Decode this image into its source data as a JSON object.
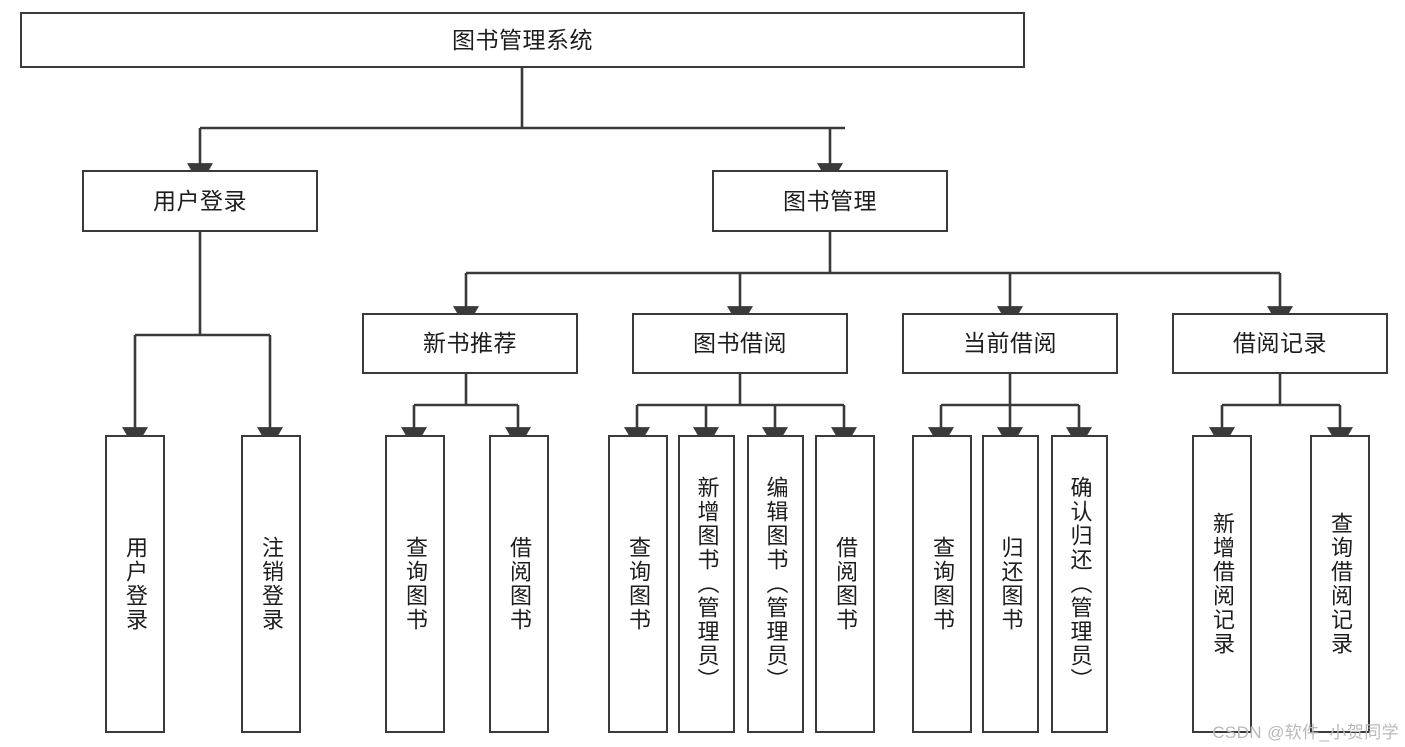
{
  "diagram": {
    "title": "图书管理系统",
    "type": "tree-hierarchy",
    "watermark": "CSDN @软件_小贺同学",
    "colors": {
      "box_border": "#3a3a3a",
      "box_fill": "#ffffff",
      "connector": "#3a3a3a",
      "text": "#1d1d1d",
      "watermark": "#b9b9b9"
    },
    "root": {
      "label": "图书管理系统"
    },
    "level1": [
      {
        "label": "用户登录"
      },
      {
        "label": "图书管理"
      }
    ],
    "level2": [
      {
        "label": "新书推荐"
      },
      {
        "label": "图书借阅"
      },
      {
        "label": "当前借阅"
      },
      {
        "label": "借阅记录"
      }
    ],
    "leaves": [
      {
        "label": "用户登录",
        "parent": "用户登录"
      },
      {
        "label": "注销登录",
        "parent": "用户登录"
      },
      {
        "label": "查询图书",
        "parent": "新书推荐"
      },
      {
        "label": "借阅图书",
        "parent": "新书推荐"
      },
      {
        "label": "查询图书",
        "parent": "图书借阅"
      },
      {
        "label": "新增图书（管理员）",
        "parent": "图书借阅"
      },
      {
        "label": "编辑图书（管理员）",
        "parent": "图书借阅"
      },
      {
        "label": "借阅图书",
        "parent": "图书借阅"
      },
      {
        "label": "查询图书",
        "parent": "当前借阅"
      },
      {
        "label": "归还图书",
        "parent": "当前借阅"
      },
      {
        "label": "确认归还（管理员）",
        "parent": "当前借阅"
      },
      {
        "label": "新增借阅记录",
        "parent": "借阅记录"
      },
      {
        "label": "查询借阅记录",
        "parent": "借阅记录"
      }
    ]
  }
}
